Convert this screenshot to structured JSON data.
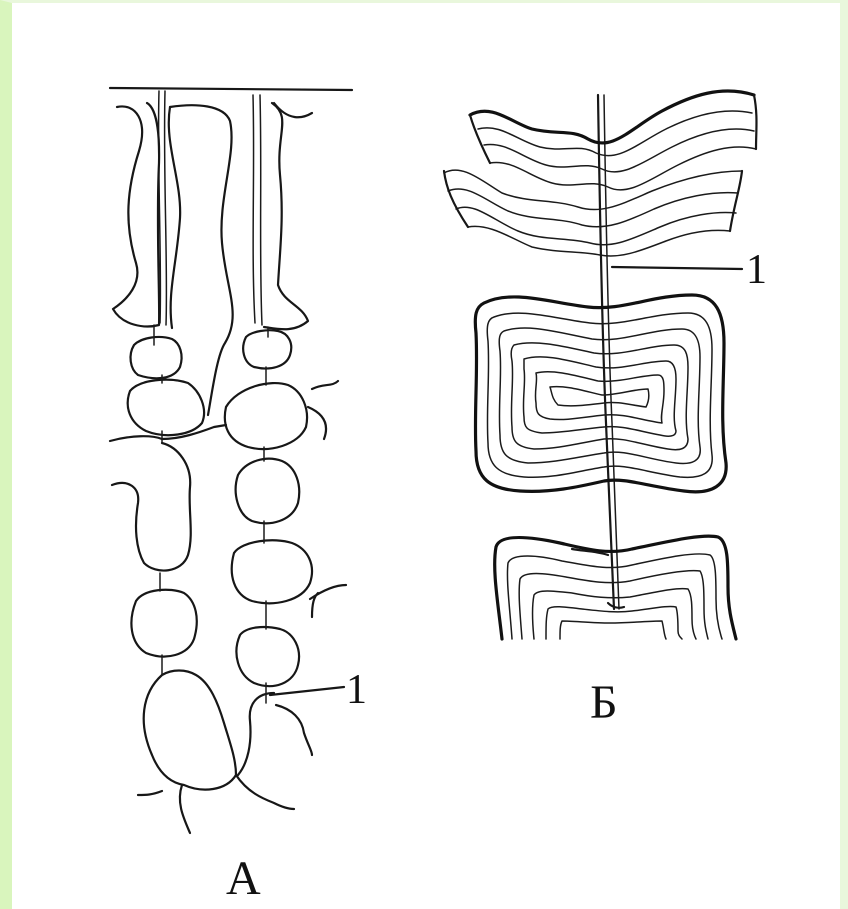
{
  "figure": {
    "panel_a": {
      "letter": "А",
      "callout": "1"
    },
    "panel_b": {
      "letter": "Б",
      "callout": "1"
    }
  }
}
